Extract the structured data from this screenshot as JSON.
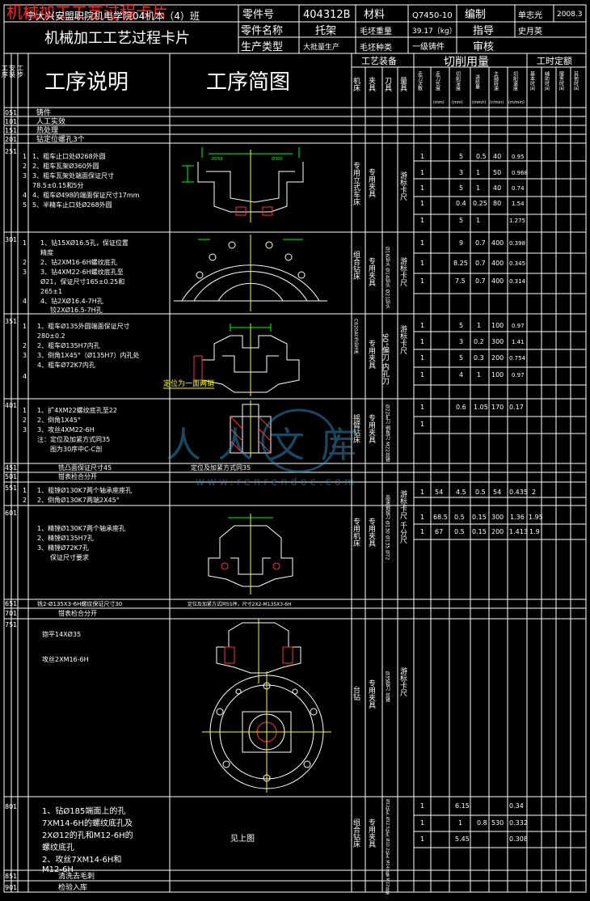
{
  "watermark_title": "机械加工工艺过程卡片",
  "header": {
    "school": "宁大兴安盟职院机电学院04机本（4）班",
    "card_title": "机械加工工艺过程卡片",
    "part_no_label": "零件号",
    "part_no": "404312B",
    "material_label": "材料",
    "material": "Q7450-10",
    "compile_label": "编制",
    "compiler": "单志光",
    "date": "2008.3",
    "part_name_label": "零件名称",
    "part_name": "托架",
    "blank_weight_label": "毛坯重量",
    "blank_weight": "39.17（kg）",
    "guide_label": "指导",
    "guide": "史月英",
    "prod_type_label": "生产类型",
    "prod_type": "大批量生产",
    "blank_kind_label": "毛坯种类",
    "blank_kind": "一级铸件",
    "review_label": "审核"
  },
  "column_headers": {
    "process_no": "工序",
    "step_no": "安装",
    "work_step": "工步",
    "desc": "工序说明",
    "sketch": "工序简图",
    "equipment": "工艺装备",
    "machine": "机床",
    "fixture": "夹具",
    "tool": "刀具",
    "gauge": "量具",
    "cutting": "切削用量",
    "passes": "走刀次数",
    "cut_len": "走刀长度",
    "cut_depth": "切削深度",
    "feed": "进给量",
    "spindle": "主轴转速",
    "speed": "切削速度",
    "time_quota": "工时定额",
    "basic_time": "基本时间",
    "aux_time": "辅助时间",
    "service_time": "服务时间",
    "other_time": "其他时间",
    "units": [
      "(mm)",
      "(mm)",
      "(mm/r)",
      "(r/min)",
      "(m/min)"
    ]
  },
  "rows": [
    {
      "no": "05",
      "inst": "1",
      "desc": "铸件"
    },
    {
      "no": "10",
      "inst": "1",
      "desc": "人工实效"
    },
    {
      "no": "15",
      "inst": "1",
      "desc": "热处理"
    },
    {
      "no": "20",
      "inst": "1",
      "desc": "钻定位螺孔3个"
    }
  ],
  "op25": {
    "no": "25",
    "inst": "1",
    "steps": [
      {
        "n": "1",
        "t": "1、粗车止口处Ø268外圆"
      },
      {
        "n": "2",
        "t": "2、粗车瓦架Ø360外圆"
      },
      {
        "n": "3",
        "t": "3、粗车瓦架处端面保证尺寸"
      },
      {
        "n": "",
        "t": "78.5±0.15和5分"
      },
      {
        "n": "4",
        "t": "4、粗车Ø498的端面保证尺寸17mm"
      },
      {
        "n": "5",
        "t": "5、半精车止口处Ø268外圆"
      }
    ],
    "machine": "专用立式车床",
    "fixture": "专用夹具",
    "gauge": "游标卡尺",
    "data": [
      [
        "1",
        "",
        "5",
        "0.5",
        "40",
        "0.95"
      ],
      [
        "1",
        "",
        "3",
        "1",
        "50",
        "0.968"
      ],
      [
        "1",
        "",
        "5",
        "1",
        "40",
        "0.74"
      ],
      [
        "1",
        "",
        "0.4",
        "0.25",
        "80",
        "1.54"
      ],
      [
        "1",
        "",
        "5",
        "1",
        "",
        "1.275"
      ]
    ]
  },
  "op30": {
    "no": "30",
    "inst": "1",
    "steps": [
      {
        "n": "1",
        "t": "1、钻15XØ16.5孔，保证位置"
      },
      {
        "n": "",
        "t": "精度"
      },
      {
        "n": "2",
        "t": "2、钻2XM16-6H螺纹底孔"
      },
      {
        "n": "3",
        "t": "3、钻4XM22-6H螺纹底孔至"
      },
      {
        "n": "",
        "t": "Ø21，保证尺寸165±0.25和"
      },
      {
        "n": "",
        "t": "265±1"
      },
      {
        "n": "4",
        "t": "4、钻2XØ16.4-7H孔"
      },
      {
        "n": "",
        "t": "铰2XØ16.5-7H孔"
      }
    ],
    "machine": "组合钻床",
    "fixture": "专用夹具",
    "tool": "Ø16钻头 Ø14钻头 Ø21钻头",
    "gauge": "游标卡尺",
    "data": [
      [
        "1",
        "",
        "9",
        "0.7",
        "400",
        "0.398"
      ],
      [
        "1",
        "",
        "8.25",
        "0.7",
        "400",
        "0.345"
      ],
      [
        "1",
        "",
        "7.5",
        "0.7",
        "400",
        "0.314"
      ]
    ]
  },
  "op35": {
    "no": "35",
    "inst": "1",
    "steps": [
      {
        "n": "1",
        "t": "1、粗车Ø135外圆端面保证尺寸"
      },
      {
        "n": "",
        "t": "280±0.2"
      },
      {
        "n": "2",
        "t": "2、粗车Ø135H7内孔"
      },
      {
        "n": "3",
        "t": "3、倒角1X45°（Ø135H7）内孔处"
      },
      {
        "n": "4",
        "t": "4、粗车Ø72K7内孔"
      }
    ],
    "machine": "C620A立式车床",
    "fixture": "专用夹具",
    "tool": "90°偏刀 内孔刀",
    "gauge": "游标卡尺",
    "sketch_note": "定位为一面两销",
    "data": [
      [
        "1",
        "",
        "5",
        "1",
        "100",
        "0.97"
      ],
      [
        "1",
        "",
        "3",
        "0.2",
        "300",
        "1.41"
      ],
      [
        "1",
        "",
        "5",
        "0.3",
        "200",
        "0.754"
      ],
      [
        "1",
        "",
        "4",
        "1",
        "100",
        "0.97"
      ]
    ]
  },
  "op40": {
    "no": "40",
    "inst": "1",
    "steps": [
      {
        "n": "1",
        "t": "1、扩4XM22螺纹底孔至22"
      },
      {
        "n": "2",
        "t": "2、倒角1X45°"
      },
      {
        "n": "3",
        "t": "3、攻丝4XM22-6H"
      },
      {
        "n": "",
        "t": "注：定位及加紧方式同35"
      },
      {
        "n": "",
        "t": "图为30序中C-C剖"
      }
    ],
    "machine": "摇臂钻床",
    "fixture": "专用夹具",
    "tool": "Ø22扩刀 倒角刀 M22丝锥",
    "data": [
      [
        "1",
        "",
        "0.6",
        "1.05",
        "170",
        "0.17"
      ],
      [
        "1",
        "",
        "",
        "",
        "",
        ""
      ]
    ]
  },
  "op45": {
    "no": "45",
    "inst": "1",
    "desc": "铣凸面保证尺寸45",
    "sketch": "定位及加紧方式同35"
  },
  "op50": {
    "no": "50",
    "inst": "1",
    "desc": "钳表检合分开"
  },
  "op55": {
    "no": "55",
    "inst": "1",
    "steps": [
      {
        "n": "1",
        "t": "1、粗镗Ø130K7两个轴承座座孔"
      },
      {
        "n": "2",
        "t": "2、倒角Ø130K7两端2X45°"
      }
    ],
    "data": [
      [
        "1",
        "54",
        "4.5",
        "0.5",
        "54",
        "0.435",
        "2"
      ]
    ]
  },
  "op60": {
    "no": "60",
    "inst": "1",
    "steps": [
      {
        "n": "",
        "t": "1、精镗Ø130K7两个轴承座孔"
      },
      {
        "n": "",
        "t": "2、精镗Ø135H7孔"
      },
      {
        "n": "",
        "t": "3、精镗Ø72K7孔"
      },
      {
        "n": "",
        "t": "保证尺寸要求"
      }
    ],
    "machine": "专用机床",
    "fixture": "专用夹具",
    "tool": "高速钢镗刀 Ø130 Ø135 Ø72",
    "gauge": "游标卡尺 千分尺",
    "data": [
      [
        "1",
        "68.5",
        "0.5",
        "0.15",
        "300",
        "1.36",
        "1.95"
      ],
      [
        "1",
        "67",
        "0.5",
        "0.15",
        "200",
        "1.413",
        "1.9"
      ]
    ]
  },
  "op65": {
    "no": "65",
    "inst": "1",
    "desc": "铣2-Ø135X3-6H螺纹保证尺寸30",
    "sketch": "定位及加紧方式同55序，尺寸2X2-M135X3-6H"
  },
  "op70": {
    "no": "70",
    "inst": "1",
    "desc": "钳表检合分开"
  },
  "op75": {
    "no": "75",
    "inst": "1",
    "steps": [
      {
        "n": "",
        "t": "锪平14XØ35"
      },
      {
        "n": "",
        "t": "攻丝2XM16-6H"
      }
    ],
    "machine": "台钻",
    "fixture": "专用夹具",
    "tool": "Ø35锪刀 丝锥",
    "gauge": "游标卡尺"
  },
  "op80": {
    "no": "80",
    "inst": "1",
    "steps": [
      {
        "n": "",
        "t": "1、钻Ø185端面上的孔"
      },
      {
        "n": "",
        "t": "7XM14-6H的螺纹底孔及"
      },
      {
        "n": "",
        "t": "2XØ12的孔和M12-6H的"
      },
      {
        "n": "",
        "t": "螺纹底孔"
      },
      {
        "n": "",
        "t": "2、攻丝7XM14-6H和"
      },
      {
        "n": "",
        "t": "M12-6H"
      }
    ],
    "sketch": "见上图",
    "machine": "组合钻床",
    "fixture": "专用夹具",
    "tool": "Ø12钻头 Ø12.5钻头 Ø10.2钻头 M14丝锥 M12丝锥",
    "data": [
      [
        "1",
        "",
        "6.15",
        "",
        "",
        "0.34"
      ],
      [
        "1",
        "",
        "1",
        "0.8",
        "530",
        "0.332"
      ],
      [
        "1",
        "",
        "5.45",
        "",
        "",
        "0.308"
      ]
    ]
  },
  "op85": {
    "no": "85",
    "inst": "1",
    "desc": "清洗去毛刺"
  },
  "op90": {
    "no": "90",
    "inst": "1",
    "desc": "检验入库"
  },
  "watermark": {
    "text": "人人文库",
    "url": "www.renrendoc.com"
  }
}
